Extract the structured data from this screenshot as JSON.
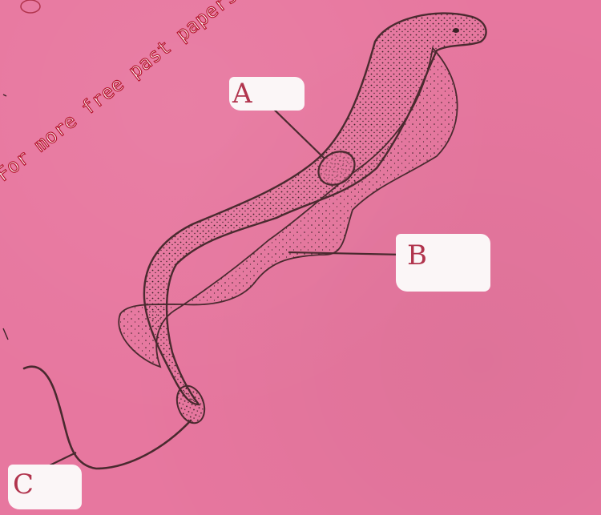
{
  "labels": {
    "a": "A",
    "b": "B",
    "c": "C"
  },
  "watermark": "For more free past papers visit www.freekcsepastpapers.com",
  "colors": {
    "paper": "#e7779f",
    "ink": "#4a2a2f",
    "stipple": "#3a2226",
    "label_patch": "#fbf6f7",
    "label_ink": "#b1344d",
    "watermark_outline": "#b5142d"
  },
  "icons": {
    "specimen": "trypanosome-drawing"
  }
}
